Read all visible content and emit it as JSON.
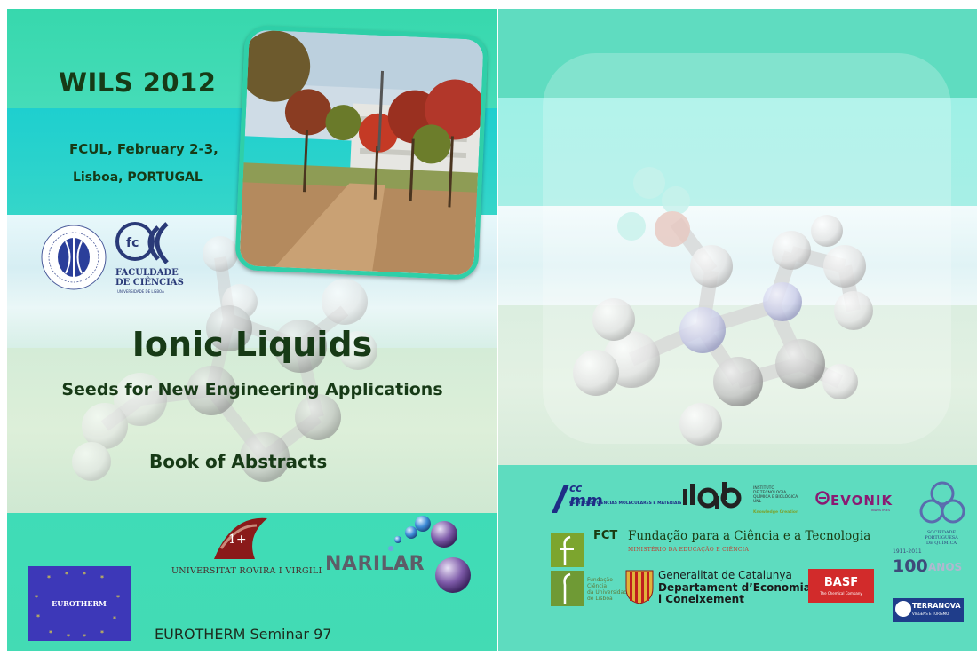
{
  "front_cover": {
    "event": "WILS 2012",
    "location_line1": "FCUL, February 2-3,",
    "location_line2": "Lisboa, PORTUGAL",
    "faculty_logo_line1": "FACULDADE",
    "faculty_logo_line2": "DE CIÊNCIAS",
    "faculty_logo_sub": "UNIVERSIDADE DE LISBOA",
    "title": "Ionic Liquids",
    "subtitle": "Seeds for New Engineering Applications",
    "book_title": "Book of Abstracts",
    "urv_name": "UNIVERSITAT ROVIRA I VIRGILI",
    "narilar": "NARILAR",
    "eurotherm_logo": "EUROTHERM",
    "seminar": "EUROTHERM Seminar 97"
  },
  "back_cover": {
    "cc_text": "CENTRO DE CIÊNCIAS MOLECULARES E MATERIAIS",
    "itqb_text_1": "INSTITUTO",
    "itqb_text_2": "DE TECNOLOGIA",
    "itqb_text_3": "QUÍMICA E BIOLÓGICA",
    "itqb_text_4": "UNL",
    "itqb_knowledge": "Knowledge Creation",
    "evonik": "EVONIK",
    "evonik_sub": "INDUSTRIES",
    "spq_1": "SOCIEDADE",
    "spq_2": "PORTUGUESA",
    "spq_3": "DE QUÍMICA",
    "fct_short": "FCT",
    "fct_name": "Fundação para a Ciência e a Tecnologia",
    "fct_ministry": "MINISTÉRIO DA EDUCAÇÃO E CIÊNCIA",
    "centenary_years": "1911-2011",
    "centenary_100": "100",
    "centenary_anos": "ANOS",
    "fundacao_1": "Fundação",
    "fundacao_2": "Ciência",
    "fundacao_3": "da Universidade",
    "fundacao_4": "de Lisboa",
    "catalunya_1": "Generalitat de Catalunya",
    "catalunya_2": "Departament d’Economia",
    "catalunya_3": "i Coneixement",
    "basf": "BASF",
    "basf_sub": "The Chemical Company",
    "terranova": "TERRANOVA",
    "terranova_sub": "VIAGENS E TURISMO"
  },
  "colors": {
    "teal": "#3fd9b4",
    "cyan": "#1ecfcf",
    "dark_green_text": "#173a16",
    "eurotherm_blue": "#3d38b8"
  }
}
